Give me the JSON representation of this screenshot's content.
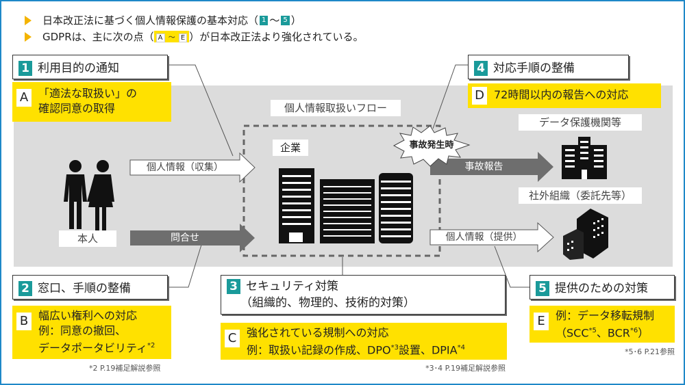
{
  "header": {
    "bullet1": "日本改正法に基づく個人情報保護の基本対応（",
    "bullet1_range": [
      "1",
      "5"
    ],
    "bullet1_end": "）",
    "bullet2": "GDPRは、主に次の点（",
    "bullet2_range": [
      "A",
      "E"
    ],
    "bullet2_end": "）が日本改正法より強化されている。",
    "tilde": "〜"
  },
  "flow": {
    "title": "個人情報取扱いフロー",
    "company": "企業",
    "person": "本人",
    "collect": "個人情報（収集）",
    "inquiry": "問合せ",
    "incident": "事故発生時",
    "report": "事故報告",
    "authority": "データ保護機関等",
    "external": "社外組織（委託先等）",
    "provide": "個人情報（提供）"
  },
  "basic": [
    {
      "num": "1",
      "title": "利用目的の通知"
    },
    {
      "num": "2",
      "title": "窓口、手順の整備"
    },
    {
      "num": "3",
      "title": "セキュリティ対策",
      "sub": "（組織的、物理的、技術的対策）"
    },
    {
      "num": "4",
      "title": "対応手順の整備"
    },
    {
      "num": "5",
      "title": "提供のための対策"
    }
  ],
  "gdpr": {
    "A": {
      "letter": "A",
      "line1": "「適法な取扱い」の",
      "line2": "確認同意の取得"
    },
    "B": {
      "letter": "B",
      "line1": "幅広い権利への対応",
      "line2": "例：同意の撤回、",
      "line3": "データポータビリティ",
      "sup": "*2"
    },
    "C": {
      "letter": "C",
      "line1": "強化されている規制への対応",
      "line2a": "例：取扱い記録の作成、DPO",
      "sup1": "*3",
      "line2b": "設置、DPIA",
      "sup2": "*4"
    },
    "D": {
      "letter": "D",
      "line1": "72時間以内の報告への対応"
    },
    "E": {
      "letter": "E",
      "line1": "例：データ移転規制",
      "line2a": "（SCC",
      "sup1": "*5",
      "line2b": "、BCR",
      "sup2": "*6",
      "line2c": "）"
    }
  },
  "footnotes": {
    "f2": "*2 P.19補足解説参照",
    "f34": "*3･4 P.19補足解説参照",
    "f56": "*5･6 P.21参照"
  },
  "colors": {
    "accent_teal": "#1a9a9a",
    "highlight": "#ffe100",
    "border": "#1e88c8"
  }
}
